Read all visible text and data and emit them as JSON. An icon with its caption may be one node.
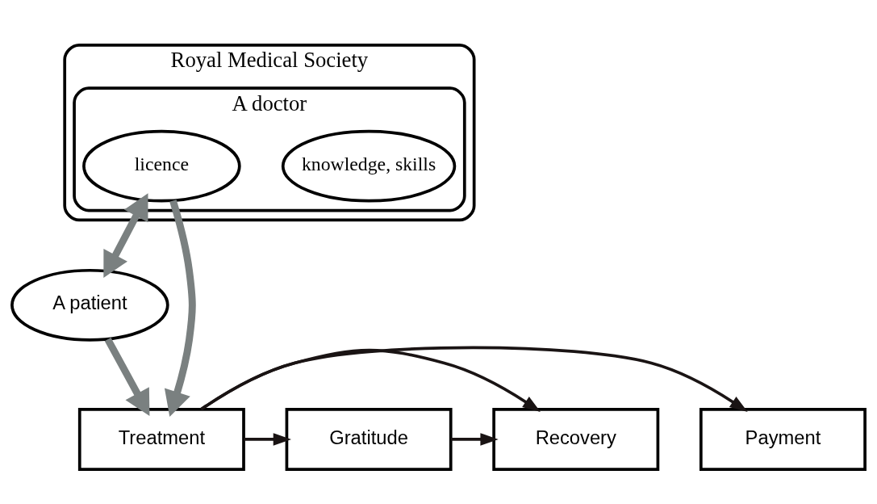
{
  "diagram": {
    "nodes": [
      {
        "text": [
          "Royal Medical Society"
        ]
      },
      {
        "text": [
          "A doctor"
        ],
        "in": 0
      },
      {
        "text": [
          "knowledge, skills"
        ],
        "in": 1
      },
      {
        "text": [
          "licence"
        ],
        "in": 1
      },
      {
        "text": [
          "A patient"
        ]
      },
      {
        "text": [
          "Gratitude"
        ]
      },
      {
        "text": [
          "Payment"
        ]
      },
      {
        "text": [
          "Treatment"
        ]
      },
      {
        "text": [
          "Recovery"
        ]
      }
    ],
    "edges": [
      {
        "from": 3,
        "to": 4,
        "arrow": "both",
        "style": "thick",
        "color": "#7a8080"
      },
      {
        "from": 3,
        "to": 7,
        "arrow": "to",
        "style": "thick",
        "color": "#7a8080"
      },
      {
        "from": 4,
        "to": 7,
        "arrow": "to",
        "style": "thick",
        "color": "#7a8080"
      },
      {
        "from": 7,
        "to": 6,
        "arrow": "to"
      },
      {
        "from": 7,
        "to": 5,
        "arrow": "to"
      },
      {
        "from": 7,
        "to": 8,
        "arrow": "to"
      },
      {
        "from": 5,
        "to": 8,
        "arrow": "to"
      }
    ]
  }
}
